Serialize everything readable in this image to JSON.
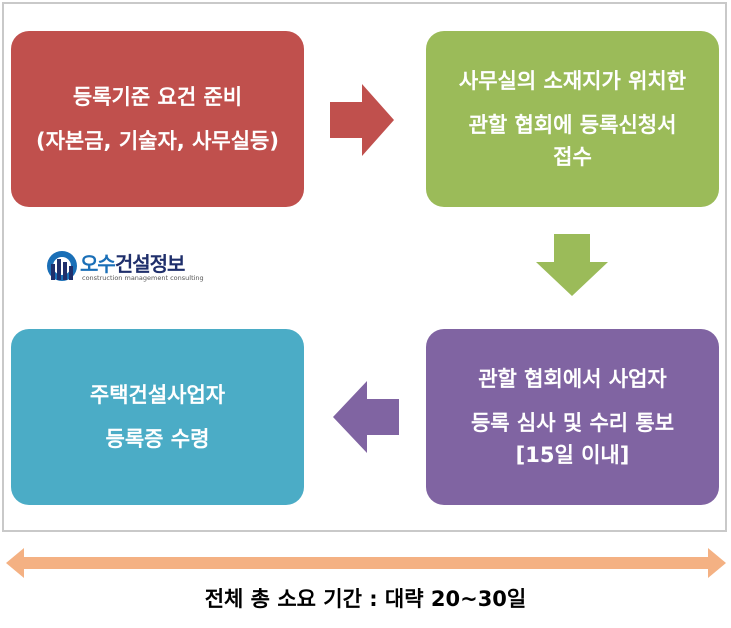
{
  "colors": {
    "step1": "#c0504d",
    "step2": "#9bbb59",
    "step3": "#8064a2",
    "step4": "#4bacc6",
    "timeline_arrow": "#f4b183",
    "frame_border": "#c9c9c9"
  },
  "steps": [
    {
      "lines": [
        "등록기준 요건 준비",
        "(자본금, 기술자, 사무실등)"
      ]
    },
    {
      "lines": [
        "사무실의 소재지가 위치한",
        "관할 협회에 등록신청서",
        "접수"
      ]
    },
    {
      "lines": [
        "관할 협회에서 사업자",
        "등록 심사 및 수리 통보",
        "[15일 이내]"
      ]
    },
    {
      "lines": [
        "주택건설사업자",
        "등록증 수령"
      ]
    }
  ],
  "logo": {
    "name_part1": "오수",
    "name_part2": "건설정보",
    "subtitle": "construction management consulting",
    "icon": "company-logo-icon"
  },
  "footer": {
    "total_period": "전체 총 소요 기간 : 대략 20~30일"
  },
  "icons": [
    "arrow-right-icon",
    "arrow-down-icon",
    "arrow-left-icon",
    "double-arrow-icon"
  ]
}
